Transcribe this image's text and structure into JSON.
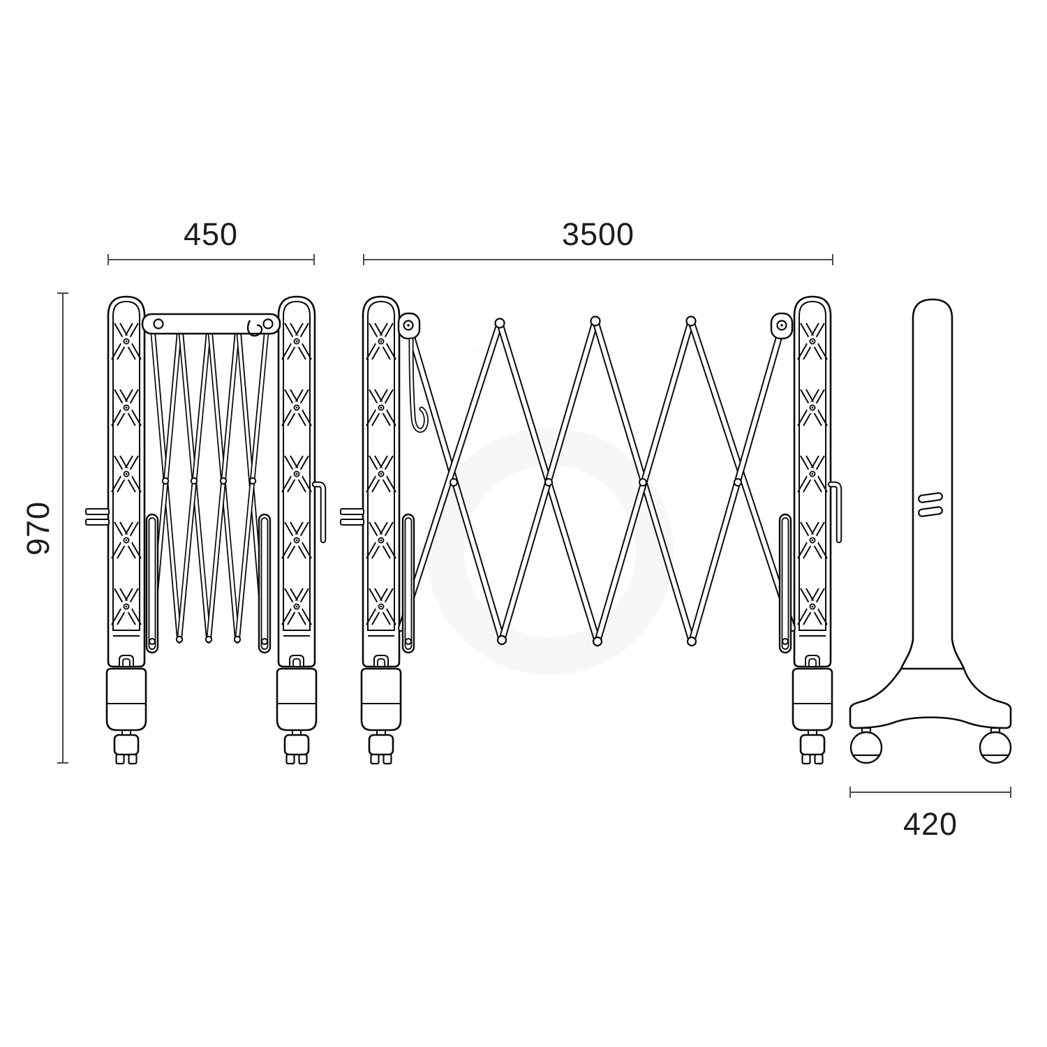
{
  "drawing": {
    "title_semantic": "expanding-barrier-technical-drawing",
    "dimensions": {
      "folded_width": "450",
      "expanded_width": "3500",
      "height": "970",
      "base_width": "420"
    },
    "colors": {
      "background": "#ffffff",
      "line": "#0a0a0a",
      "dimension_line": "#4a4a4a",
      "dimension_text": "#1c1c1c",
      "watermark": "#f7f7f7"
    }
  }
}
